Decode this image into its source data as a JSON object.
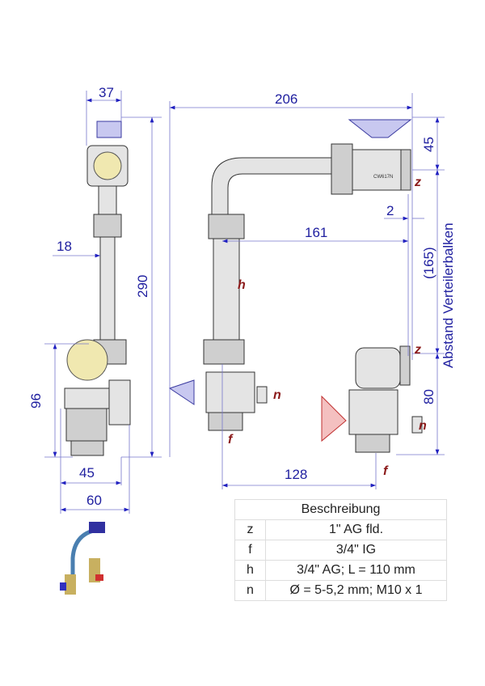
{
  "dimensions": {
    "d37": "37",
    "d290": "290",
    "d18": "18",
    "d96": "96",
    "d45_bottom": "45",
    "d60": "60",
    "d206": "206",
    "d161": "161",
    "d2": "2",
    "d128": "128",
    "d45_right": "45",
    "d165": "(165)",
    "d80": "80",
    "axis_label": "Abstand Verteilerbalken"
  },
  "labels": {
    "z": "z",
    "f": "f",
    "h": "h",
    "n": "n"
  },
  "valve_marking": "CW617N",
  "table": {
    "header": "Beschreibung",
    "rows": [
      {
        "key": "z",
        "value": "1\" AG fld."
      },
      {
        "key": "f",
        "value": "3/4\" IG"
      },
      {
        "key": "h",
        "value": "3/4\" AG; L = 110 mm"
      },
      {
        "key": "n",
        "value": "Ø = 5-5,2 mm; M10 x 1"
      }
    ]
  },
  "colors": {
    "dimension_text": "#2020a0",
    "dimension_line": "#7777cc",
    "label": "#8b1a1a",
    "handle_blue": "#3a3aa0",
    "handle_red": "#c03030"
  }
}
